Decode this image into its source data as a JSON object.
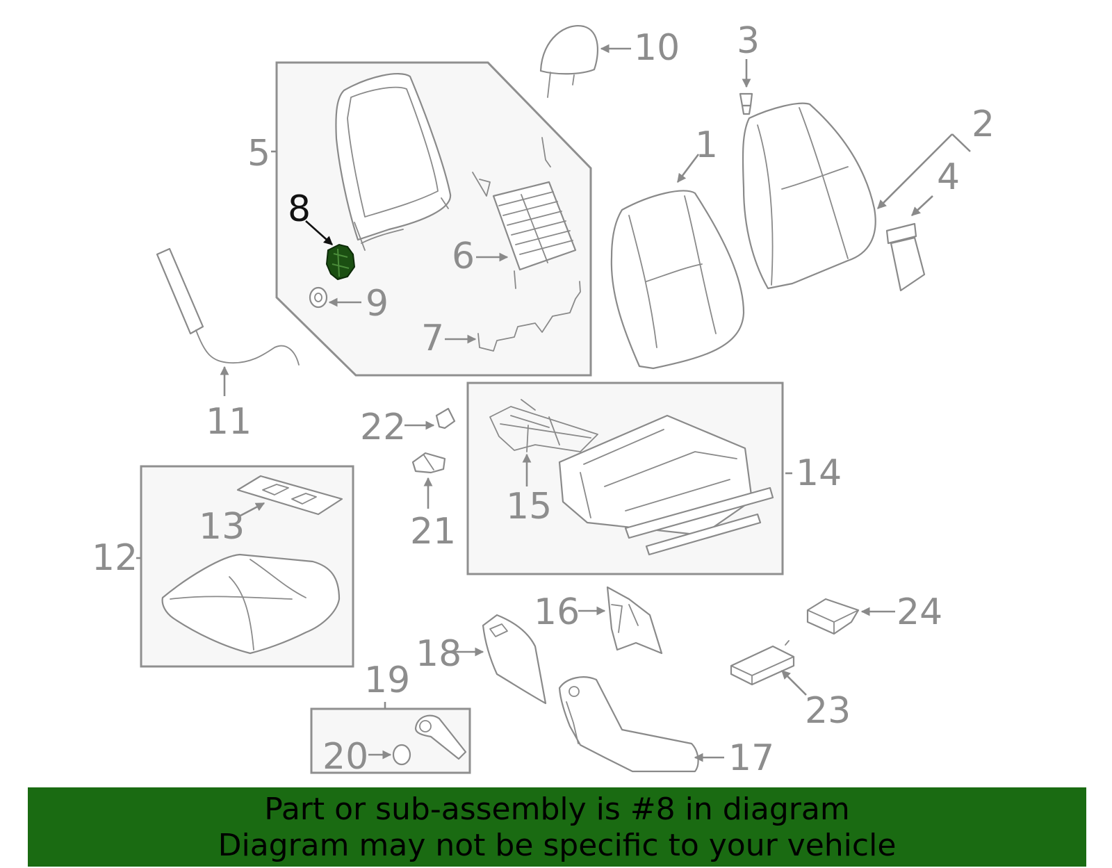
{
  "diagram": {
    "labels": {
      "p1": "1",
      "p2": "2",
      "p3": "3",
      "p4": "4",
      "p5": "5",
      "p6": "6",
      "p7": "7",
      "p8": "8",
      "p9": "9",
      "p10": "10",
      "p11": "11",
      "p12": "12",
      "p13": "13",
      "p14": "14",
      "p15": "15",
      "p16": "16",
      "p17": "17",
      "p18": "18",
      "p19": "19",
      "p20": "20",
      "p21": "21",
      "p22": "22",
      "p23": "23",
      "p24": "24"
    },
    "highlighted_part": "8",
    "highlight_color": "#1b4f12"
  },
  "banner": {
    "line1": "Part or sub-assembly is #8 in diagram",
    "line2": "Diagram may not be specific to your vehicle",
    "background": "#1a6b12"
  }
}
